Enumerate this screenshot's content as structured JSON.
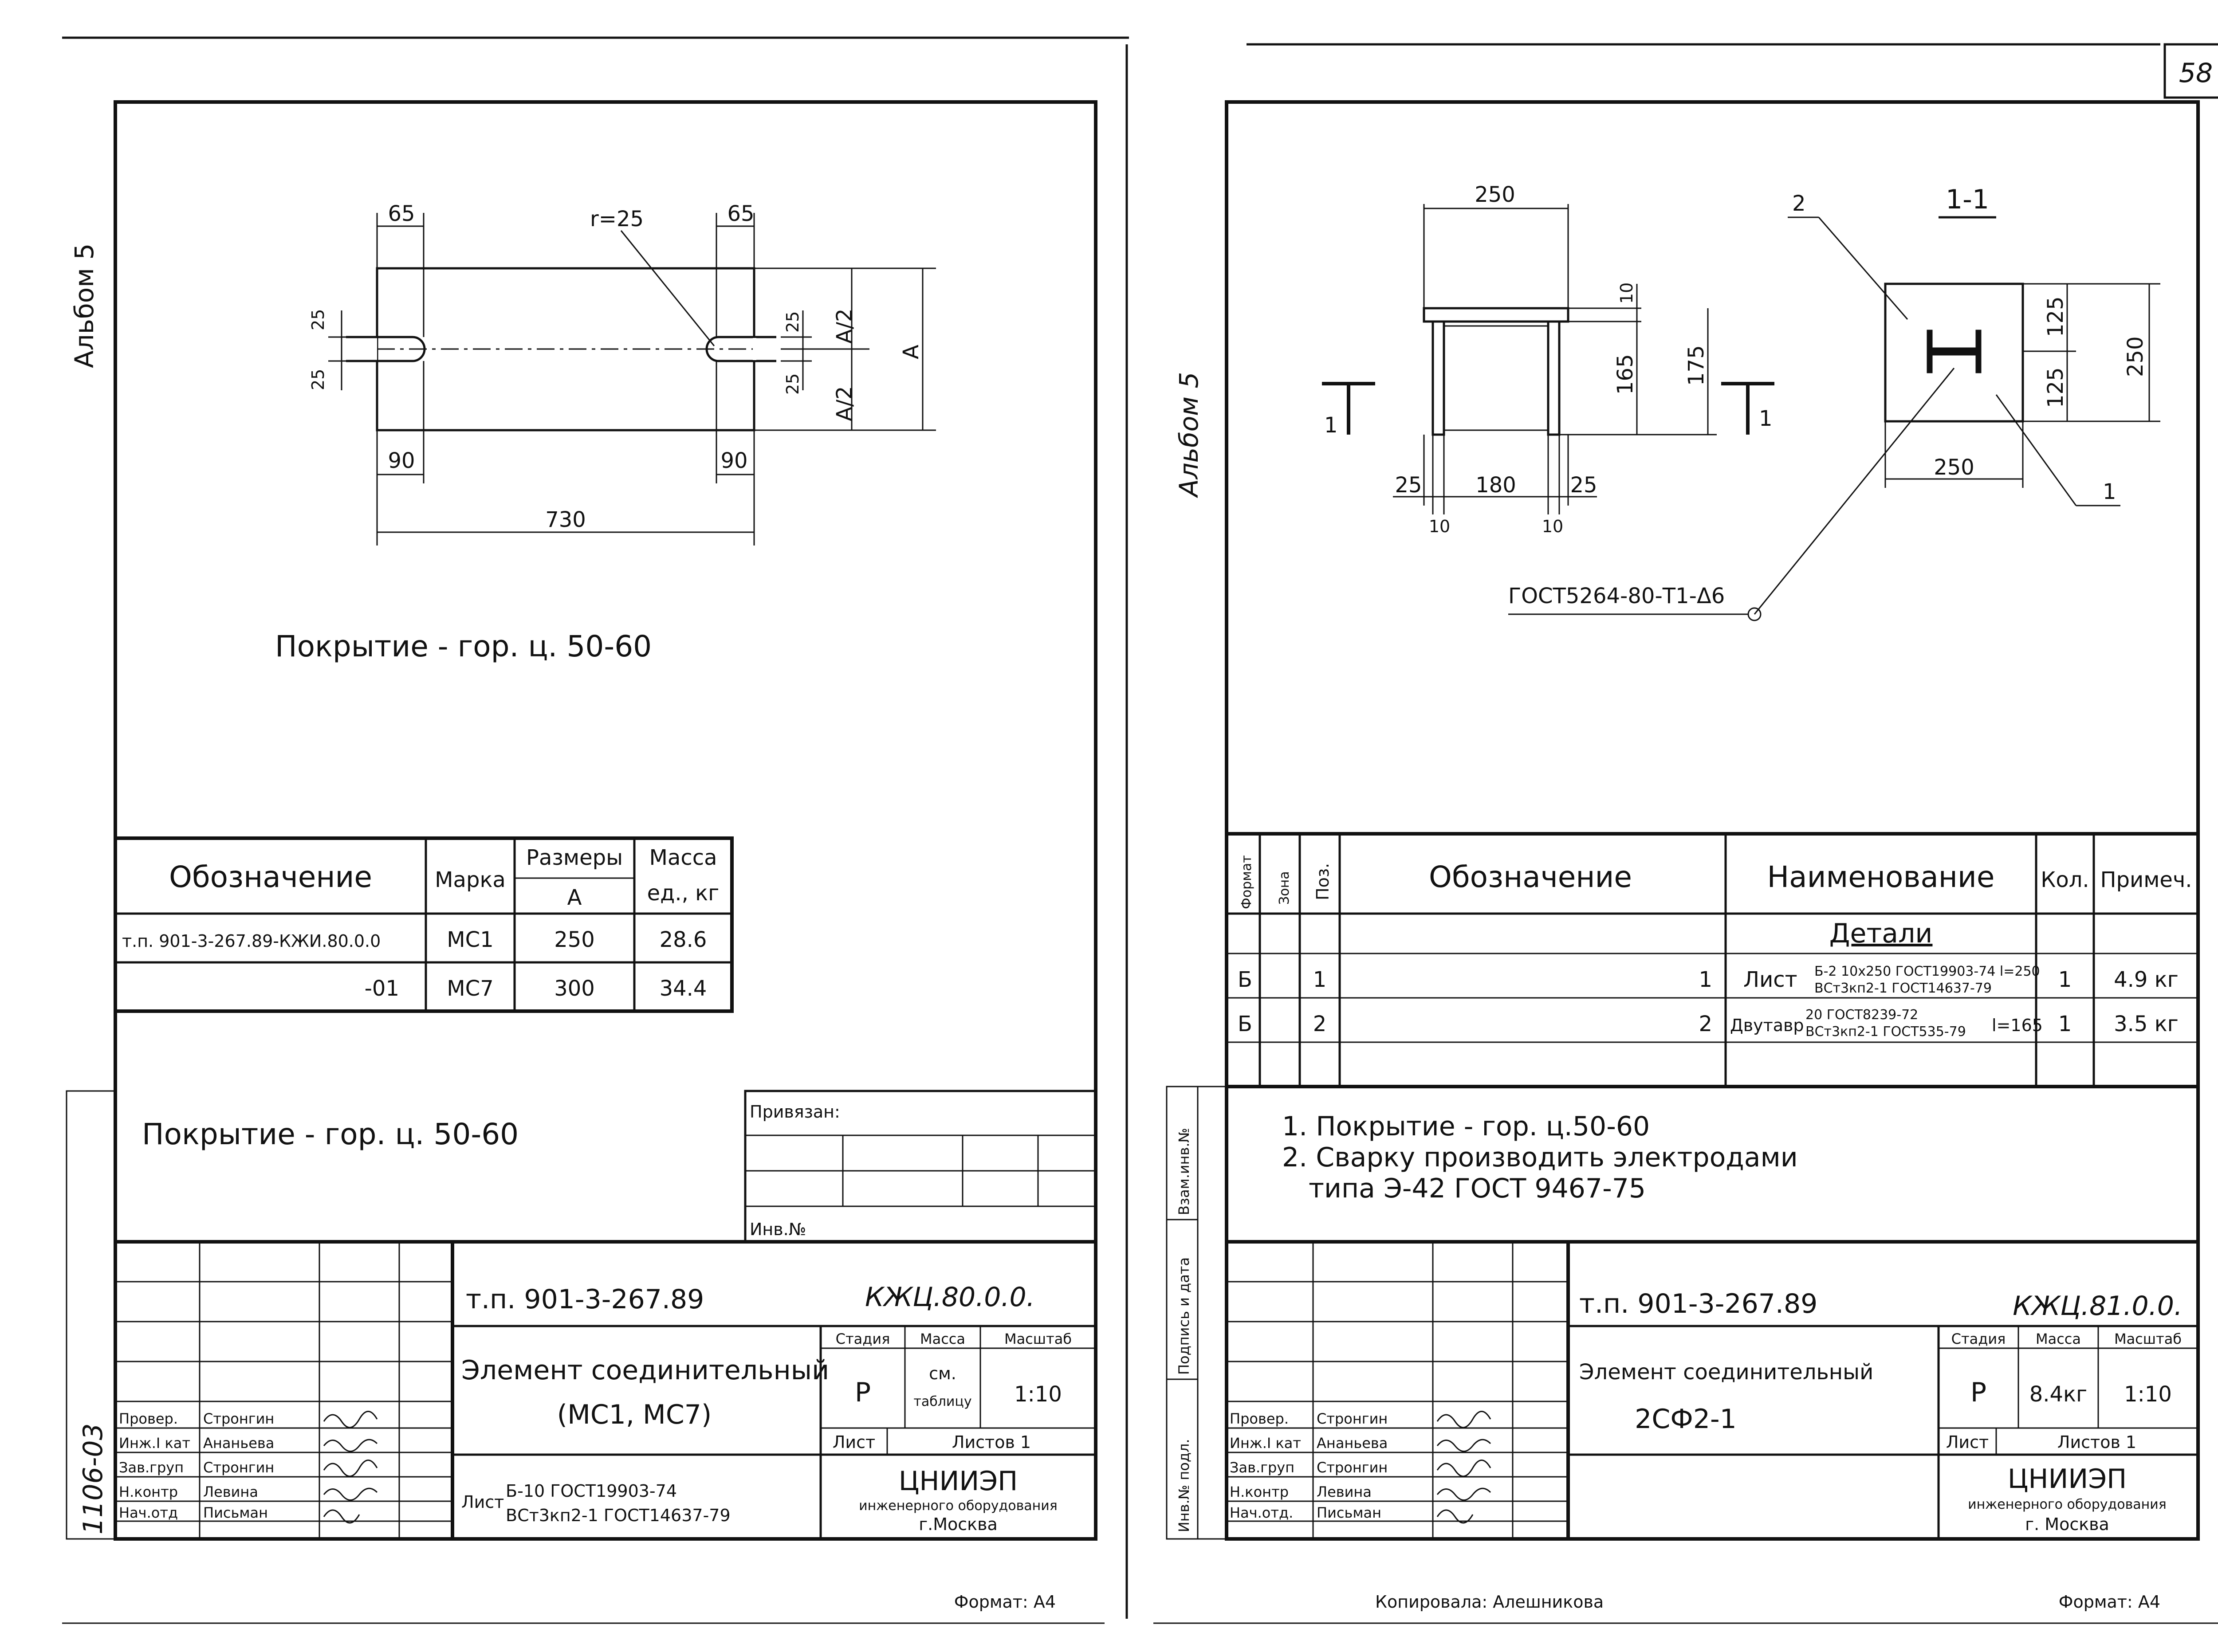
{
  "page_number": "58",
  "left": {
    "album_label": "Альбом 5",
    "dims": {
      "top_left": "65",
      "top_right": "65",
      "radius": "r=25",
      "slot_h1": "25",
      "slot_h2": "25",
      "slot_h3": "25",
      "slot_h4": "25",
      "half_a1": "A/2",
      "half_a2": "A/2",
      "a": "A",
      "bottom_left": "90",
      "bottom_right": "90",
      "total": "730"
    },
    "coating_note_1": "Покрытие - гор. ц. 50-60",
    "table": {
      "h_designation": "Обозначение",
      "h_mark": "Марка",
      "h_sizes": "Размеры",
      "h_a": "A",
      "h_mass": "Масса",
      "h_mass_unit": "ед., кг",
      "rows": [
        {
          "designation": "т.п. 901-3-267.89-КЖИ.80.0.0",
          "mark": "МС1",
          "a": "250",
          "mass": "28.6"
        },
        {
          "designation": "-01",
          "mark": "МС7",
          "a": "300",
          "mass": "34.4"
        }
      ]
    },
    "coating_note_2": "Покрытие - гор. ц. 50-60",
    "bound_label": "Привязан:",
    "inv_label": "Инв.№",
    "stamp": {
      "project": "т.п. 901-3-267.89",
      "code": "КЖЦ.80.0.0.",
      "title1": "Элемент соединительный",
      "title2": "(МС1, МС7)",
      "stage_h": "Стадия",
      "mass_h": "Масса",
      "scale_h": "Масштаб",
      "stage": "Р",
      "mass1": "см.",
      "mass2": "таблицу",
      "scale": "1:10",
      "sheet": "Лист",
      "sheets": "Листов 1",
      "org": "ЦНИИЭП",
      "org2": "инженерного оборудования",
      "org3": "г.Москва",
      "material_lbl": "Лист",
      "material1": "Б-10 ГОСТ19903-74",
      "material2": "ВСт3кп2-1 ГОСТ14637-79",
      "roles": [
        "Провер.",
        "Инж.I кат",
        "Зав.груп",
        "Н.контр",
        "Нач.отд"
      ],
      "names": [
        "Стронгин",
        "Ананьева",
        "Стронгин",
        "Левина",
        "Письман"
      ],
      "side_stamp": "1106-03"
    },
    "format": "Формат: А4"
  },
  "right": {
    "album_label": "Альбом 5",
    "dims": {
      "w_top": "250",
      "t10": "10",
      "h165": "165",
      "h175": "175",
      "w25a": "25",
      "w180": "180",
      "w25b": "25",
      "w10a": "10",
      "w10b": "10",
      "sec_w": "250",
      "sec_h": "250",
      "h125a": "125",
      "h125b": "125"
    },
    "cut_a": "1",
    "cut_b": "1",
    "section_title": "1-1",
    "callout_2": "2",
    "callout_1": "1",
    "weld_note": "ГОСТ5264-80-Т1-Δ6",
    "table": {
      "h_format": "Формат",
      "h_zone": "Зона",
      "h_pos": "Поз.",
      "h_designation": "Обозначение",
      "h_name": "Наименование",
      "h_qty": "Кол.",
      "h_note": "Примеч.",
      "section": "Детали",
      "rows": [
        {
          "format": "Б",
          "pos": "1",
          "designation": "1",
          "name": "Лист",
          "spec1": "Б-2 10х250 ГОСТ19903-74 l=250",
          "spec2": "ВСт3кп2-1 ГОСТ14637-79",
          "qty": "1",
          "note": "4.9 кг"
        },
        {
          "format": "Б",
          "pos": "2",
          "designation": "2",
          "name": "Двутавр",
          "spec1": "20 ГОСТ8239-72",
          "spec2": "ВСт3кп2-1 ГОСТ535-79",
          "spec3": "l=165",
          "qty": "1",
          "note": "3.5 кг"
        }
      ]
    },
    "notes": [
      "1. Покрытие - гор. ц.50-60",
      "2. Сварку производить электродами",
      "типа Э-42 ГОСТ 9467-75"
    ],
    "side_labels": [
      "Взам.инв.№",
      "Подпись и дата",
      "Инв.№ подл."
    ],
    "stamp": {
      "project": "т.п. 901-3-267.89",
      "code": "КЖЦ.81.0.0.",
      "title1": "Элемент соединительный",
      "title2": "2СФ2-1",
      "stage_h": "Стадия",
      "mass_h": "Масса",
      "scale_h": "Масштаб",
      "stage": "Р",
      "mass": "8.4кг",
      "scale": "1:10",
      "sheet": "Лист",
      "sheets": "Листов 1",
      "org": "ЦНИИЭП",
      "org2": "инженерного оборудования",
      "org3": "г. Москва",
      "roles": [
        "Провер.",
        "Инж.I кат",
        "Зав.груп",
        "Н.контр",
        "Нач.отд."
      ],
      "names": [
        "Стронгин",
        "Ананьева",
        "Стронгин",
        "Левина",
        "Письман"
      ]
    },
    "copied": "Копировала: Алешникова",
    "format": "Формат: А4"
  }
}
